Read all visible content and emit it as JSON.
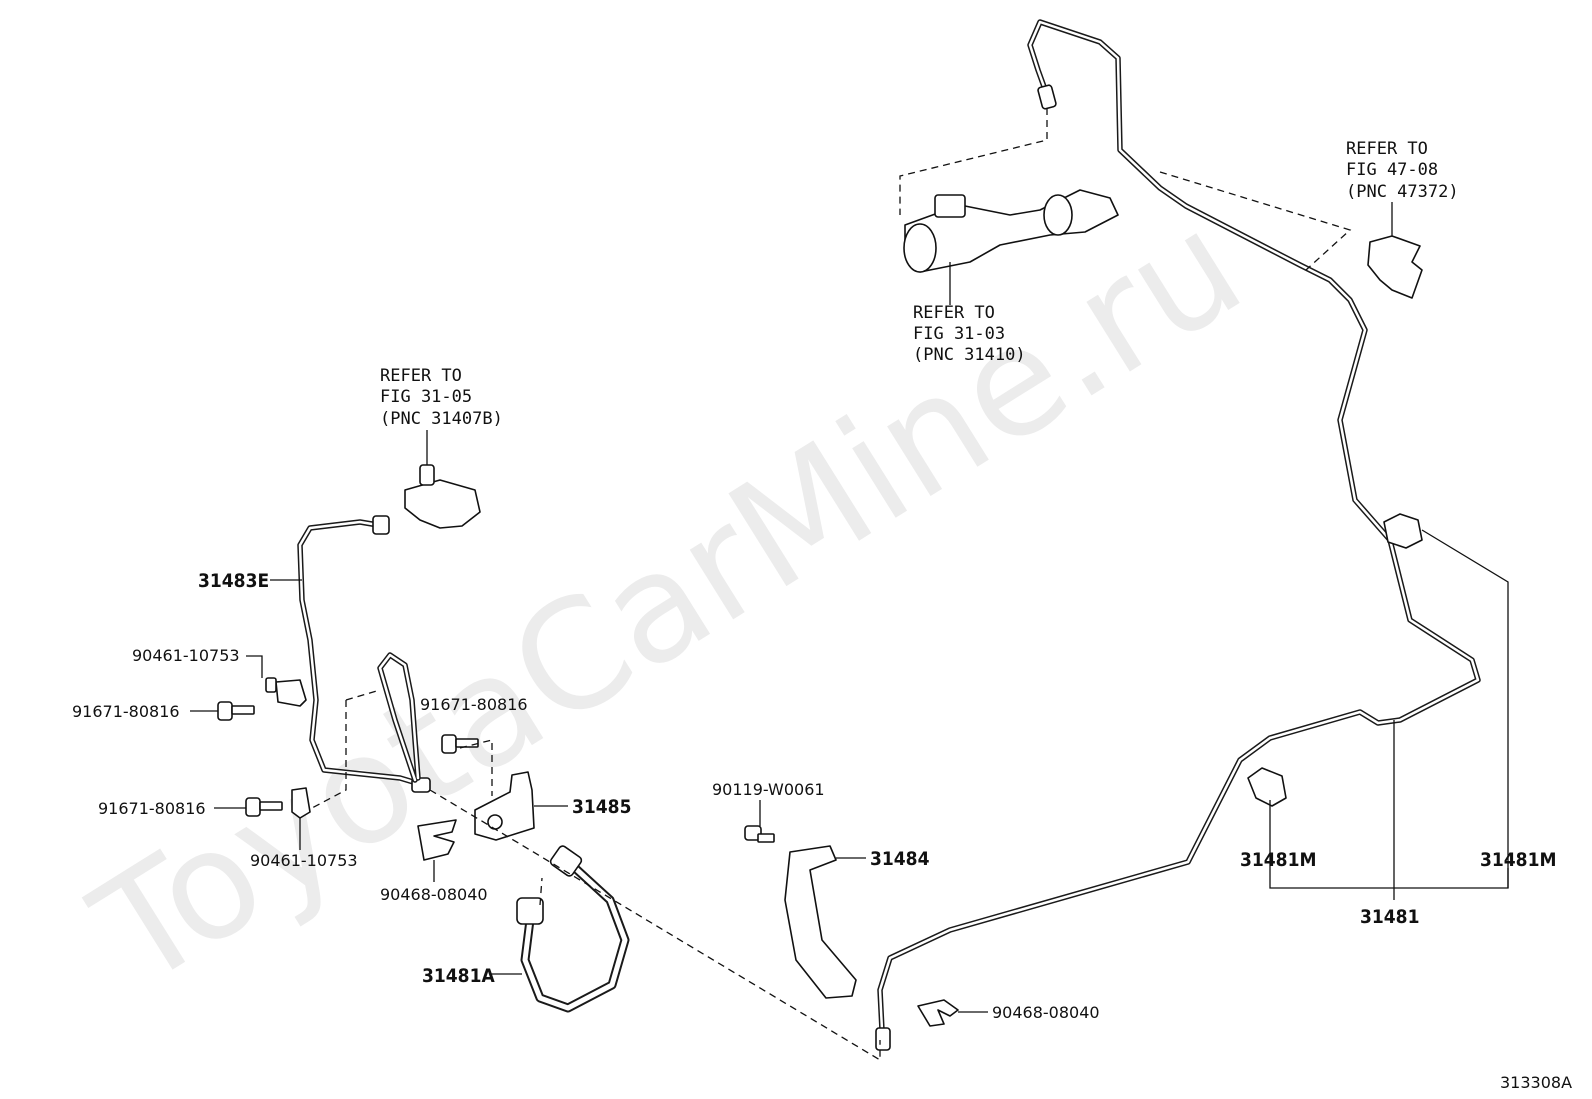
{
  "watermark": "ToyotaCarMine.ru",
  "figure_code": "313308A",
  "references": [
    {
      "lines": [
        "REFER TO",
        "FIG 31-05",
        "(PNC 31407B)"
      ]
    },
    {
      "lines": [
        "REFER TO",
        "FIG 31-03",
        "(PNC 31410)"
      ]
    },
    {
      "lines": [
        "REFER TO",
        "FIG 47-08",
        "(PNC 47372)"
      ]
    }
  ],
  "callouts": {
    "p31483E": "31483E",
    "p90461_top": "90461-10753",
    "p91671_left_top": "91671-80816",
    "p91671_mid": "91671-80816",
    "p91671_left_bottom": "91671-80816",
    "p90461_bottom": "90461-10753",
    "p90468_left": "90468-08040",
    "p31485": "31485",
    "p31481A": "31481A",
    "p90119": "90119-W0061",
    "p31484": "31484",
    "p90468_right": "90468-08040",
    "p31481M_left": "31481M",
    "p31481M_right": "31481M",
    "p31481": "31481"
  }
}
